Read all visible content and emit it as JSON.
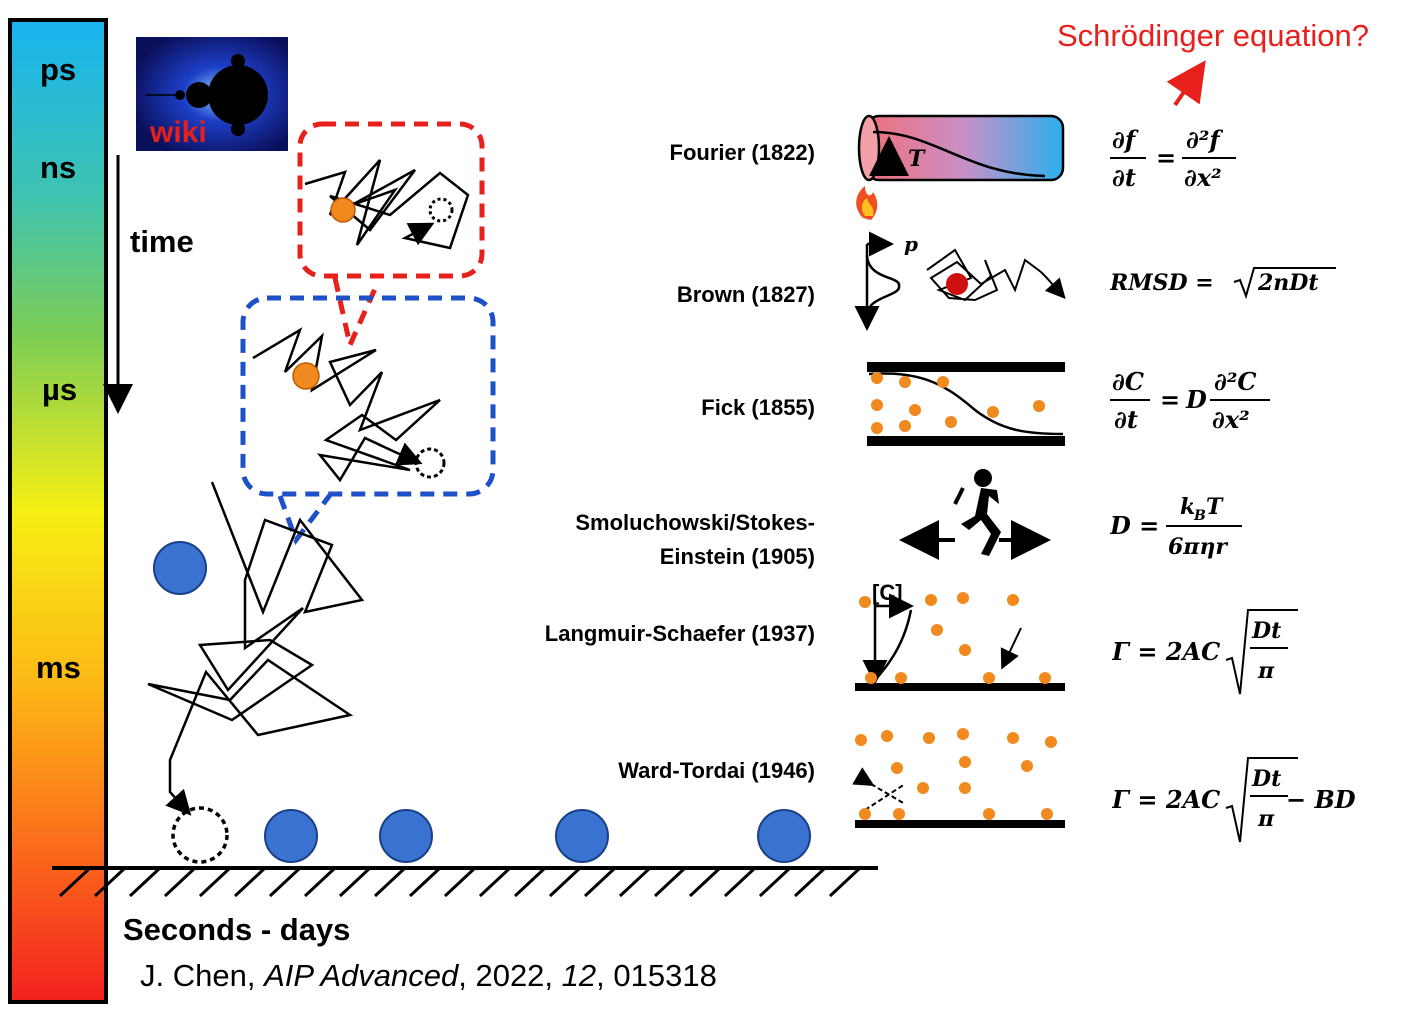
{
  "timescale": {
    "labels": [
      "ps",
      "ns",
      "µs",
      "ms"
    ],
    "time_label": "time",
    "bottom_label": "Seconds - days"
  },
  "wiki_badge": "wiki",
  "laws": [
    {
      "name": "Fourier (1822)",
      "equation": "∂f/∂t = ∂²f/∂x²"
    },
    {
      "name": "Brown (1827)",
      "equation": "RMSD = √(2nDt)"
    },
    {
      "name": "Fick (1855)",
      "equation": "∂C/∂t = D ∂²C/∂x²"
    },
    {
      "name": "Smoluchowski/Stokes-Einstein (1905)",
      "name_line1": "Smoluchowski/Stokes-",
      "name_line2": "Einstein (1905)",
      "equation": "D = kBT/6πηr"
    },
    {
      "name": "Langmuir-Schaefer (1937)",
      "equation": "Γ = 2AC √(Dt/π)"
    },
    {
      "name": "Ward-Tordai (1946)",
      "equation": "Γ = 2AC √(Dt/π) − BD"
    }
  ],
  "schrodinger": "Schrödinger equation?",
  "fourier_T": "T",
  "brown_p": "p",
  "conc_label": "[C]",
  "citation": {
    "author": "J. Chen, ",
    "journal": "AIP Advanced",
    "year": ", 2022, ",
    "volume": "12",
    "pages": ", 015318"
  },
  "colors": {
    "red": "#e8201c",
    "blue": "#1e50c8",
    "orange": "#f08a1e",
    "particle": "#3a72d0"
  }
}
